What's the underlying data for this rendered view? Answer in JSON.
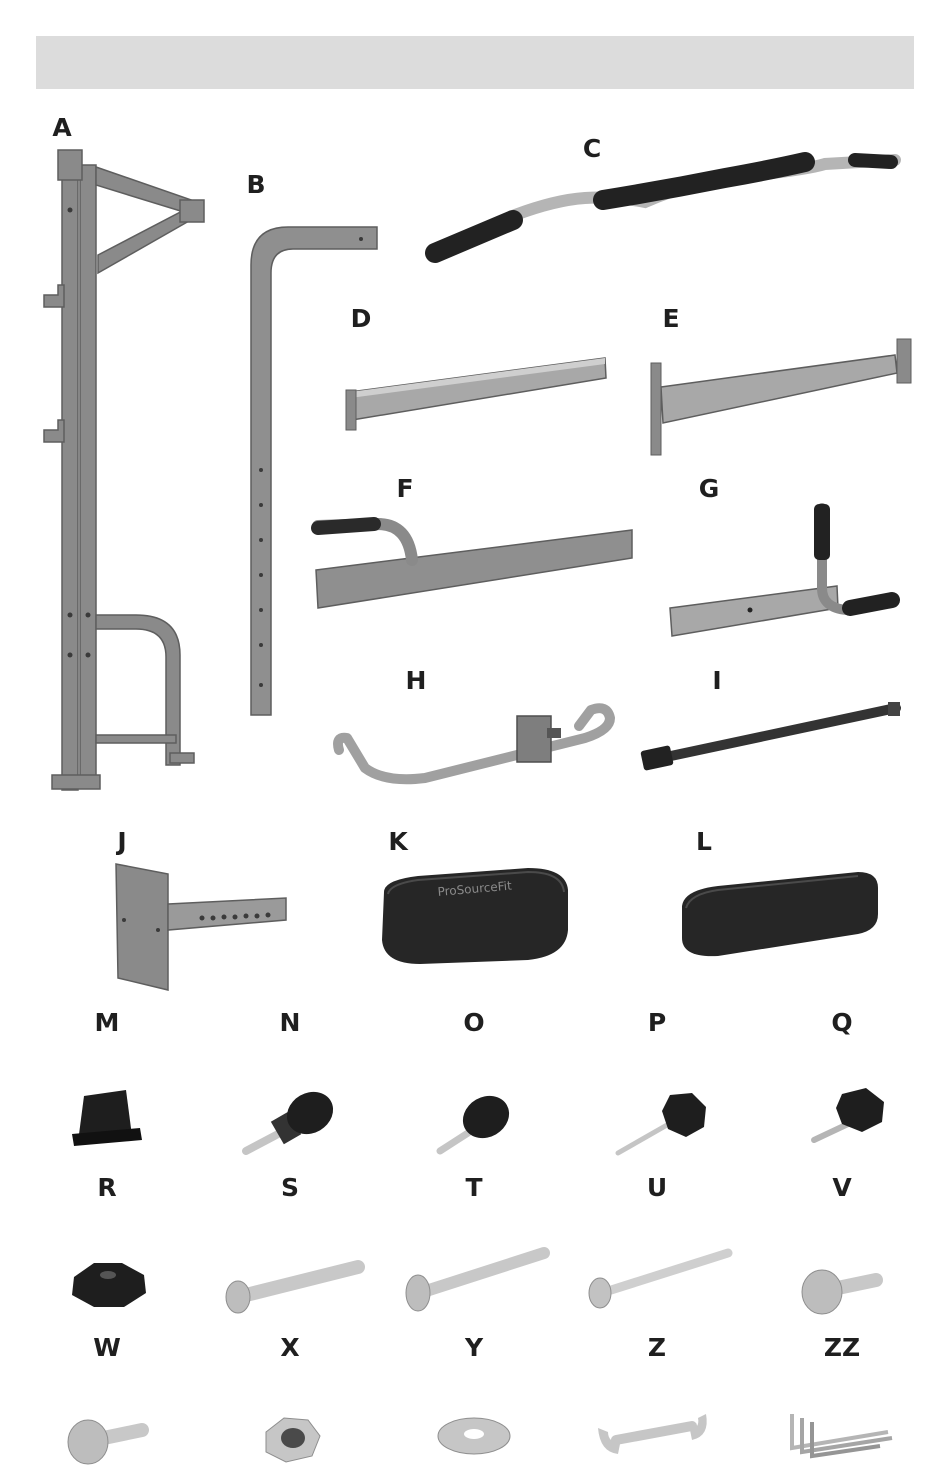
{
  "header": {
    "title": ""
  },
  "colors": {
    "frame": "#8a8a8a",
    "frame_dark": "#5e5e5e",
    "foam": "#2a2a2a",
    "pad": "#262626",
    "metal": "#c9c9c9",
    "label": "#1f1f1f"
  },
  "labels": {
    "A": "A",
    "B": "B",
    "C": "C",
    "D": "D",
    "E": "E",
    "F": "F",
    "G": "G",
    "H": "H",
    "I": "I",
    "J": "J",
    "K": "K",
    "L": "L",
    "M": "M",
    "N": "N",
    "O": "O",
    "P": "P",
    "Q": "Q",
    "R": "R",
    "S": "S",
    "T": "T",
    "U": "U",
    "V": "V",
    "W": "W",
    "X": "X",
    "Y": "Y",
    "Z": "Z",
    "ZZ": "ZZ"
  },
  "pad_logo": "ProSourceFit",
  "icons": {
    "A": "main-frame-icon",
    "B": "upright-post-icon",
    "C": "curl-bar-icon",
    "D": "crossbar-icon",
    "E": "bracket-crossbar-icon",
    "F": "leg-extension-icon",
    "G": "leg-roller-arm-icon",
    "H": "lat-bar-icon",
    "I": "weight-post-icon",
    "J": "wall-plate-bracket-icon",
    "K": "seat-pad-icon",
    "L": "back-pad-icon",
    "M": "end-cap-icon",
    "N": "pop-pin-knob-icon",
    "O": "spring-knob-icon",
    "P": "long-star-knob-icon",
    "Q": "short-star-knob-icon",
    "R": "star-nut-icon",
    "S": "long-bolt-icon",
    "T": "carriage-bolt-icon",
    "U": "thin-bolt-icon",
    "V": "short-screw-icon",
    "W": "button-screw-icon",
    "X": "lock-nut-icon",
    "Y": "washer-icon",
    "Z": "wrench-icon",
    "ZZ": "allen-keys-icon"
  }
}
